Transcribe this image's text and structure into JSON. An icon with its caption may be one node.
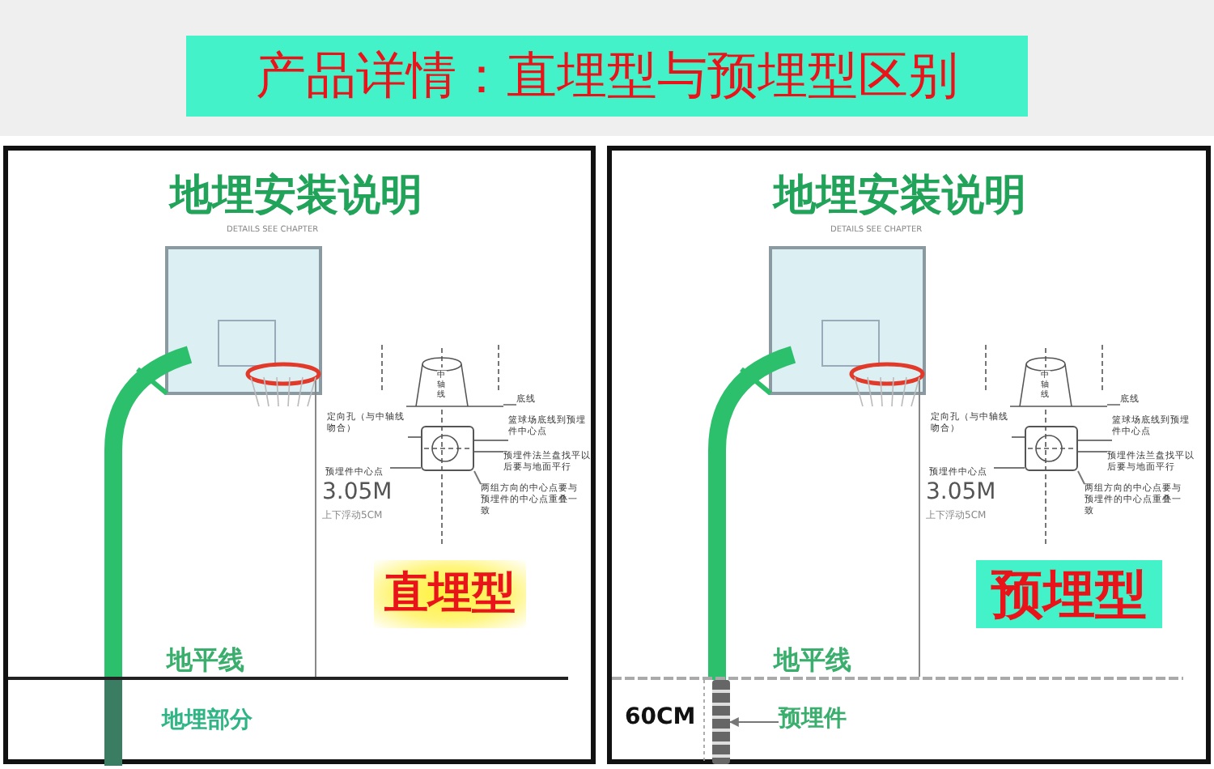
{
  "diagram": {
    "title": "产品详情：直埋型与预埋型区别",
    "nodes": [
      {
        "text": [
          "地埋安装说明",
          "DETAILS SEE CHAPTER"
        ]
      },
      {
        "text": [
          "直埋型"
        ],
        "in": 0
      },
      {
        "text": [
          "定向孔（与中轴线吻合）"
        ],
        "in": 0
      },
      {
        "text": [
          "底线"
        ],
        "in": 0
      },
      {
        "text": [
          "篮球场底线到预埋件中心点"
        ],
        "in": 0
      },
      {
        "text": [
          "预埋件中心点"
        ],
        "in": 0
      },
      {
        "text": [
          "预埋件法兰盘找平以后要与地面平行"
        ],
        "in": 0
      },
      {
        "text": [
          "两组方向的中心点要与预埋件的中心点重叠一致"
        ],
        "in": 0
      },
      {
        "text": [
          "地埋安装说明",
          "DETAILS SEE CHAPTER"
        ]
      },
      {
        "text": [
          "预埋型"
        ],
        "in": 8
      },
      {
        "text": [
          "定向孔（与中轴线吻合）"
        ],
        "in": 8
      },
      {
        "text": [
          "底线"
        ],
        "in": 8
      },
      {
        "text": [
          "篮球场底线到预埋件中心点"
        ],
        "in": 8
      },
      {
        "text": [
          "预埋件中心点"
        ],
        "in": 8
      },
      {
        "text": [
          "预埋件法兰盘找平以后要与地面平行"
        ],
        "in": 8
      },
      {
        "text": [
          "两组方向的中心点要与预埋件的中心点重叠一致"
        ],
        "in": 8
      },
      {
        "text": [
          "预埋件"
        ],
        "in": 8
      },
      {
        "text": [],
        "shape": "bar",
        "in": 8,
        "beside": [
          "60CM"
        ]
      },
      {
        "text": [],
        "shape": "box",
        "in": 0
      },
      {
        "text": [],
        "shape": "box",
        "in": 8
      }
    ],
    "edges": [
      {
        "from": 2,
        "to": 18,
        "arrow": "none"
      },
      {
        "from": 3,
        "to": null,
        "arrow": "none"
      },
      {
        "from": 4,
        "to": 18,
        "arrow": "none"
      },
      {
        "from": 5,
        "to": 18,
        "arrow": "none"
      },
      {
        "from": 6,
        "to": 18,
        "arrow": "none"
      },
      {
        "from": 7,
        "to": 18,
        "arrow": "none"
      },
      {
        "from": 10,
        "to": 19,
        "arrow": "none"
      },
      {
        "from": 11,
        "to": null,
        "arrow": "none"
      },
      {
        "from": 12,
        "to": 19,
        "arrow": "none"
      },
      {
        "from": 13,
        "to": 19,
        "arrow": "none"
      },
      {
        "from": 14,
        "to": 19,
        "arrow": "none"
      },
      {
        "from": 15,
        "to": 19,
        "arrow": "none"
      },
      {
        "from": 16,
        "to": 17,
        "arrow": "to"
      }
    ],
    "labels": [
      "中轴线",
      "3.05M",
      "上下浮动5CM",
      "地平线",
      "地埋部分",
      "中轴线",
      "3.05M",
      "上下浮动5CM",
      "地平线"
    ]
  }
}
